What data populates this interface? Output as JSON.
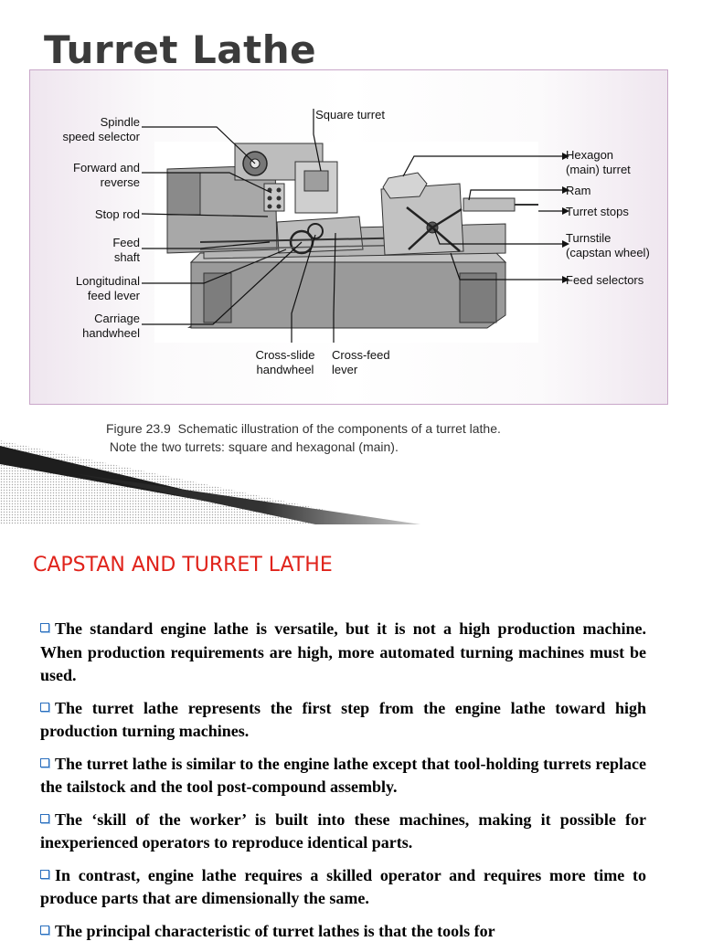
{
  "slide": {
    "title": "Turret Lathe",
    "figure": {
      "labels": {
        "spindle_1": "Spindle",
        "spindle_2": "speed selector",
        "forward_1": "Forward and",
        "forward_2": "reverse",
        "stop_rod": "Stop rod",
        "feed_1": "Feed",
        "feed_2": "shaft",
        "long_1": "Longitudinal",
        "long_2": "feed lever",
        "carriage_1": "Carriage",
        "carriage_2": "handwheel",
        "square_turret": "Square turret",
        "hexagon_1": "Hexagon",
        "hexagon_2": "(main) turret",
        "ram": "Ram",
        "turret_stops": "Turret stops",
        "turnstile_1": "Turnstile",
        "turnstile_2": "(capstan wheel)",
        "feed_selectors": "Feed selectors",
        "cross_slide_1": "Cross-slide",
        "cross_slide_2": "handwheel",
        "cross_feed_1": "Cross-feed",
        "cross_feed_2": "lever"
      },
      "caption_line1": "Figure 23.9  Schematic illustration of the components of a turret lathe.",
      "caption_line2": " Note the two turrets: square and hexagonal (main)."
    },
    "section_title": "CAPSTAN AND TURRET LATHE",
    "bullets": [
      "The standard engine lathe is versatile, but it is not a high production machine. When production requirements are high, more automated turning machines must be used.",
      "The turret lathe represents the first step from the engine lathe toward high production turning machines.",
      "The turret lathe is similar to the engine lathe except that tool-holding turrets replace the tailstock and the tool post-compound assembly.",
      "The ‘skill of the worker’ is built into these machines, making it possible for inexperienced operators to reproduce identical parts.",
      "In contrast, engine lathe requires a skilled operator and requires more time to produce parts that are dimensionally the same.",
      "The principal characteristic of turret lathes is that the tools for"
    ],
    "colors": {
      "title": "#3b3b3b",
      "section_title": "#e0231b",
      "bullet_icon": "#2a6ebd"
    }
  }
}
